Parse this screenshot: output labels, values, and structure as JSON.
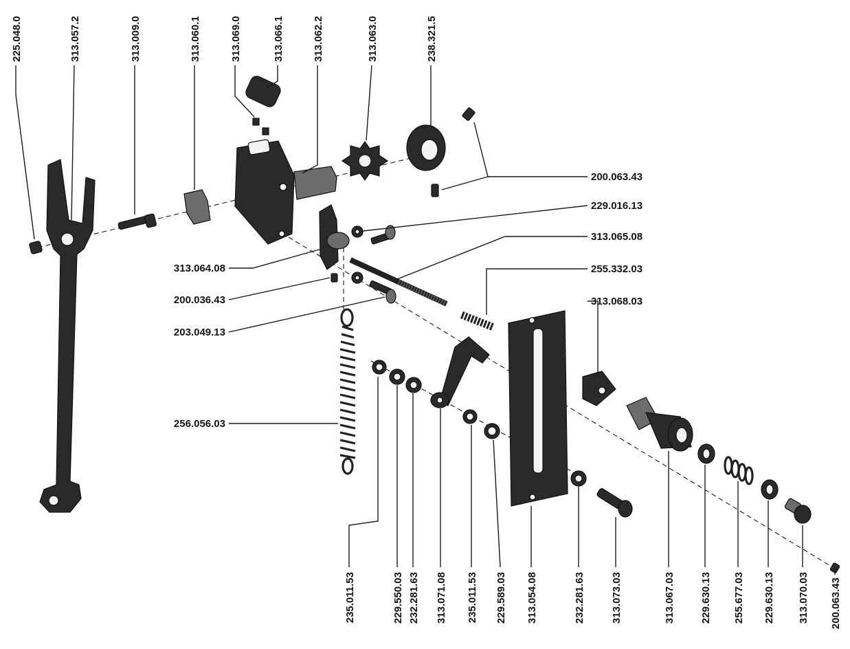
{
  "callouts": {
    "p225_048_0": "225.048.0",
    "p313_057_2": "313.057.2",
    "p313_009_0": "313.009.0",
    "p313_060_1": "313.060.1",
    "p313_069_0": "313.069.0",
    "p313_066_1": "313.066.1",
    "p313_062_2": "313.062.2",
    "p313_063_0": "313.063.0",
    "p238_321_5": "238.321.5",
    "p200_063_43_top": "200.063.43",
    "p229_016_13": "229.016.13",
    "p313_065_08": "313.065.08",
    "p255_332_03": "255.332.03",
    "p313_068_03": "313.068.03",
    "p313_064_08": "313.064.08",
    "p200_036_43": "200.036.43",
    "p203_049_13": "203.049.13",
    "p256_056_03": "256.056.03",
    "p235_011_53_a": "235.011.53",
    "p229_550_03": "229.550.03",
    "p232_281_63_a": "232.281.63",
    "p313_071_08": "313.071.08",
    "p235_011_53_b": "235.011.53",
    "p229_589_03": "229.589.03",
    "p313_054_08": "313.054.08",
    "p232_281_63_b": "232.281.63",
    "p313_073_03": "313.073.03",
    "p313_067_03": "313.067.03",
    "p229_630_13_a": "229.630.13",
    "p255_677_03": "255.677.03",
    "p229_630_13_b": "229.630.13",
    "p313_070_03": "313.070.03",
    "p200_063_43_bottom": "200.063.43"
  }
}
